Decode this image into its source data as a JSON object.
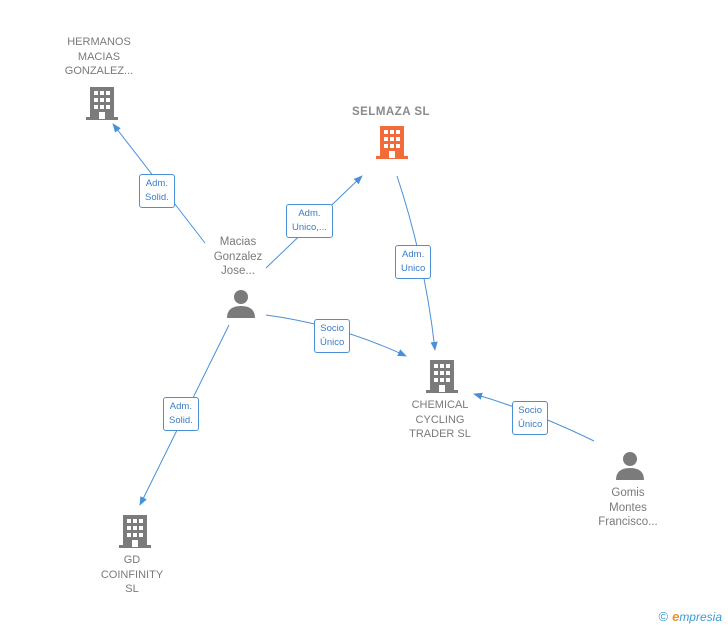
{
  "colors": {
    "edge": "#4a90d9",
    "company_icon": "#7b7b7b",
    "company_icon_main": "#f26b3a",
    "person_icon": "#7b7b7b"
  },
  "nodes": [
    {
      "id": "hermanos",
      "label": "HERMANOS\nMACIAS\nGONZALEZ...",
      "type": "company"
    },
    {
      "id": "selmaza",
      "label": "SELMAZA  SL",
      "type": "company-main"
    },
    {
      "id": "macias",
      "label": "Macias\nGonzalez\nJose...",
      "type": "person"
    },
    {
      "id": "chemical",
      "label": "CHEMICAL\nCYCLING\nTRADER  SL",
      "type": "company"
    },
    {
      "id": "gd",
      "label": "GD\nCOINFINITY\nSL",
      "type": "company"
    },
    {
      "id": "gomis",
      "label": "Gomis\nMontes\nFrancisco...",
      "type": "person"
    }
  ],
  "edges": [
    {
      "id": "macias-hermanos",
      "label": "Adm.\nSolid."
    },
    {
      "id": "macias-selmaza",
      "label": "Adm.\nUnico,..."
    },
    {
      "id": "selmaza-chemical",
      "label": "Adm.\nUnico"
    },
    {
      "id": "macias-chemical",
      "label": "Socio\nÚnico"
    },
    {
      "id": "gomis-chemical",
      "label": "Socio\nÚnico"
    },
    {
      "id": "macias-gd",
      "label": "Adm.\nSolid."
    }
  ],
  "footer": {
    "copyright": "©",
    "brand_initial": "e",
    "brand_rest": "mpresia"
  }
}
